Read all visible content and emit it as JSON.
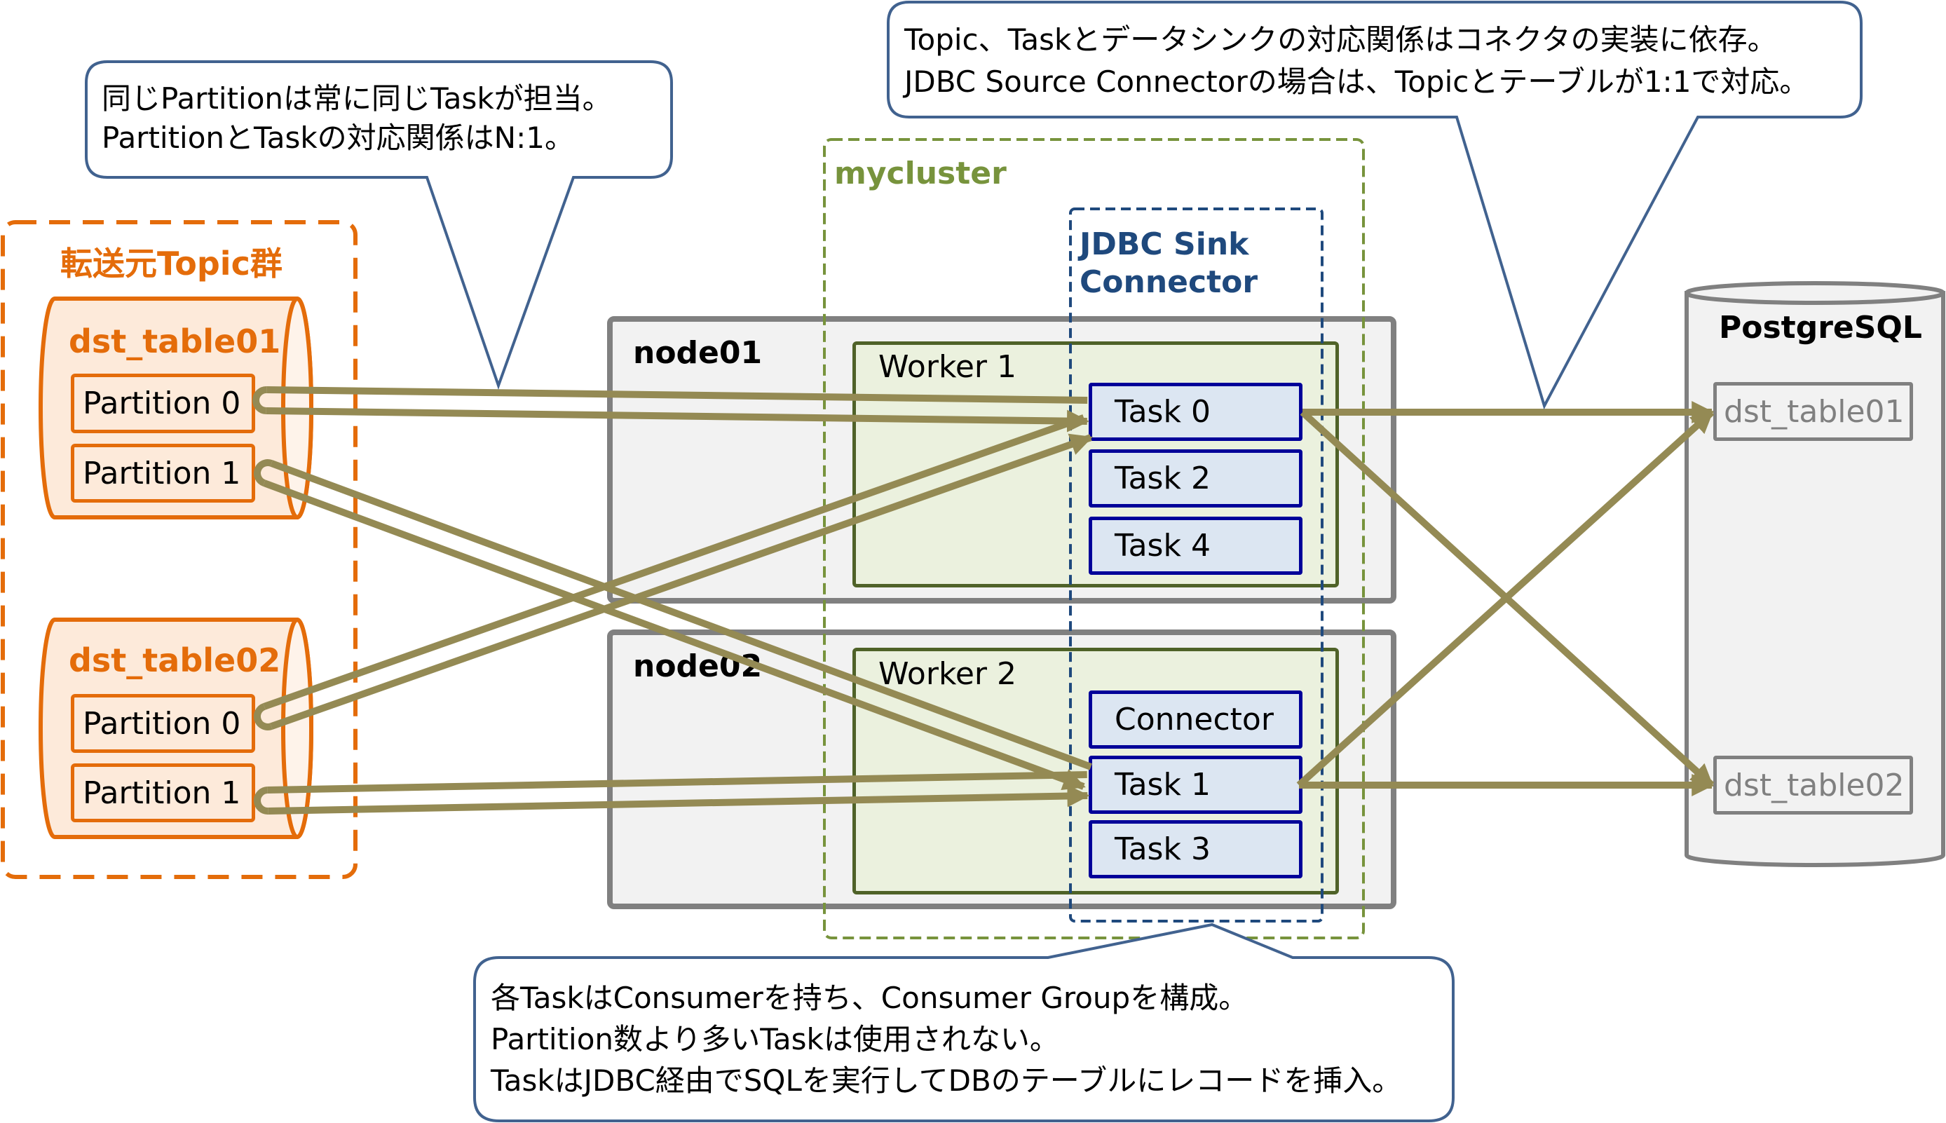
{
  "colors": {
    "flow": "#948A54",
    "orange": "#E46C0A",
    "orange_fill": "#FDEADA",
    "cluster_green": "#77933C",
    "connector_blue": "#1F497D",
    "callout_border": "#41628F",
    "node_border": "#808080",
    "worker_border": "#4F6228",
    "task_border": "#000099"
  },
  "callouts": {
    "partition_task": {
      "lines": [
        "同じPartitionは常に同じTaskが担当。",
        "PartitionとTaskの対応関係はN:1。"
      ]
    },
    "topic_sink": {
      "lines": [
        "Topic、Taskとデータシンクの対応関係はコネクタの実装に依存。",
        "JDBC Source Connectorの場合は、Topicとテーブルが1:1で対応。"
      ]
    },
    "consumer_group": {
      "lines": [
        "各TaskはConsumerを持ち、Consumer Groupを構成。",
        "Partition数より多いTaskは使用されない。",
        "TaskはJDBC経由でSQLを実行してDBのテーブルにレコードを挿入。"
      ]
    }
  },
  "source": {
    "title": "転送元Topic群",
    "topics": [
      {
        "name": "dst_table01",
        "partitions": [
          "Partition 0",
          "Partition 1"
        ]
      },
      {
        "name": "dst_table02",
        "partitions": [
          "Partition 0",
          "Partition 1"
        ]
      }
    ]
  },
  "cluster": {
    "name": "mycluster",
    "connector_group": "JDBC Sink\nConnector",
    "connector_group_lines": [
      "JDBC Sink",
      "Connector"
    ],
    "nodes": [
      {
        "name": "node01",
        "worker": "Worker 1",
        "items": [
          "Task 0",
          "Task 2",
          "Task 4"
        ]
      },
      {
        "name": "node02",
        "worker": "Worker 2",
        "items": [
          "Connector",
          "Task 1",
          "Task 3"
        ]
      }
    ]
  },
  "sink": {
    "name": "PostgreSQL",
    "tables": [
      "dst_table01",
      "dst_table02"
    ]
  },
  "flows": [
    {
      "from": "dst_table01/Partition 0",
      "to": "Task 0"
    },
    {
      "from": "dst_table01/Partition 1",
      "to": "Task 1"
    },
    {
      "from": "dst_table02/Partition 0",
      "to": "Task 0"
    },
    {
      "from": "dst_table02/Partition 1",
      "to": "Task 1"
    },
    {
      "from": "Task 0",
      "to": "dst_table01"
    },
    {
      "from": "Task 0",
      "to": "dst_table02"
    },
    {
      "from": "Task 1",
      "to": "dst_table01"
    },
    {
      "from": "Task 1",
      "to": "dst_table02"
    }
  ]
}
